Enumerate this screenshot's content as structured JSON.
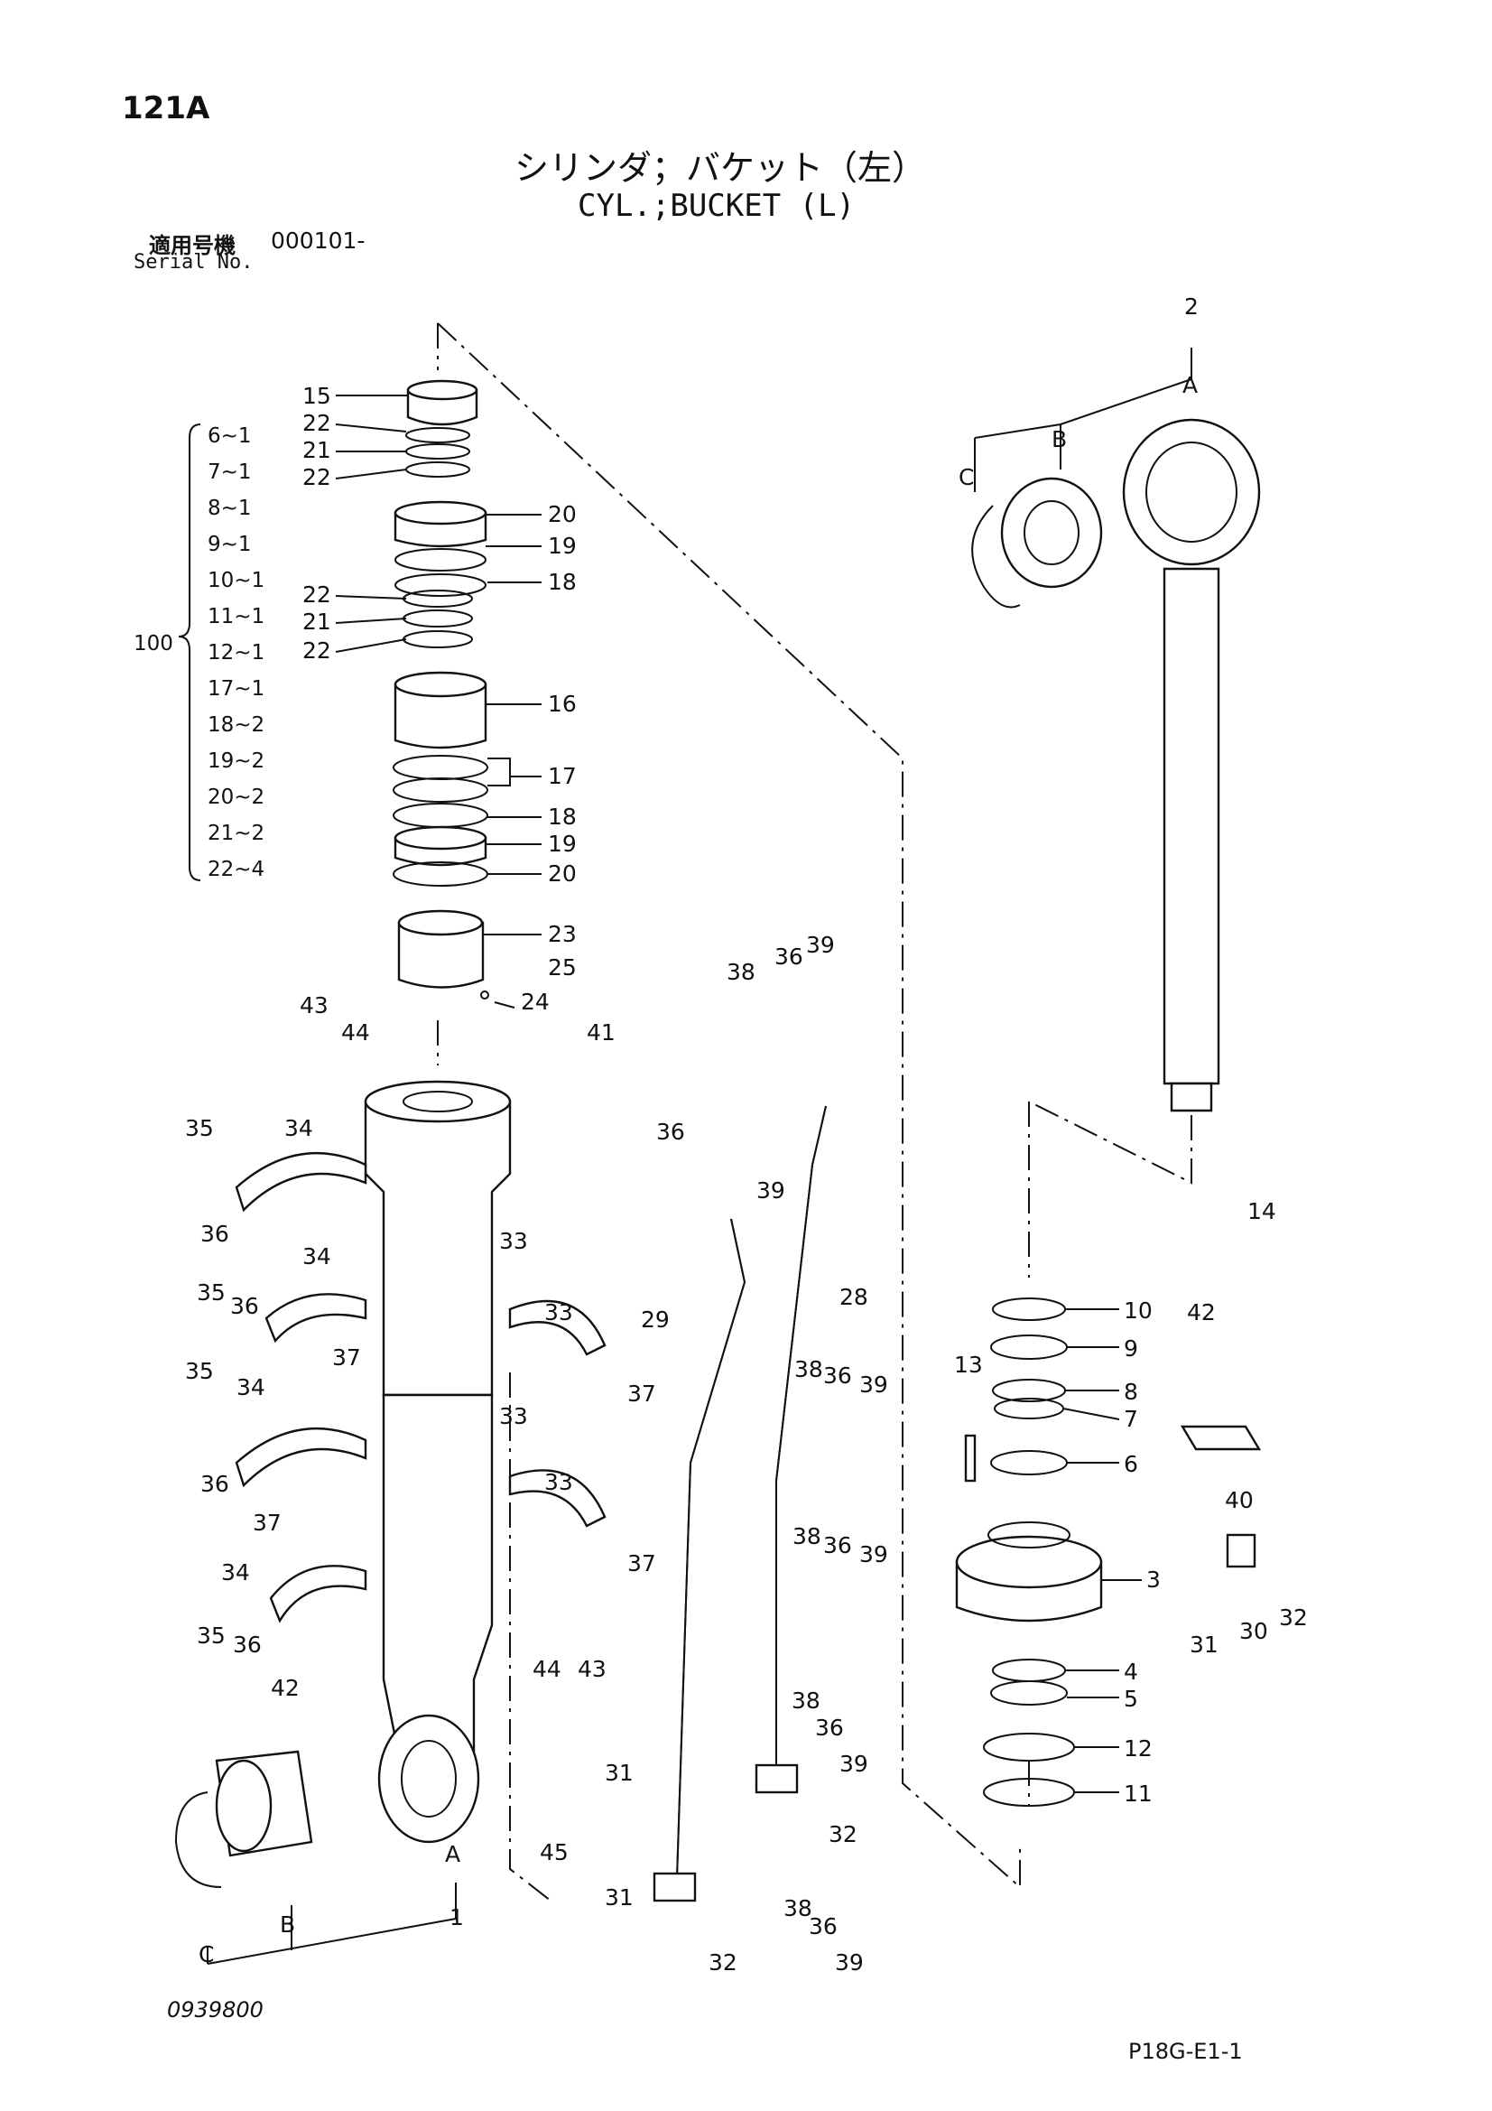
{
  "header": {
    "page_number": "121A",
    "title_jp": "シリンダ；バケット（左）",
    "title_en": "CYL.;BUCKET (L)",
    "serial_label_jp": "適用号機",
    "serial_code": "000101-",
    "serial_label_en": "Serial No."
  },
  "kit": {
    "label": "100",
    "items": [
      "6~1",
      "7~1",
      "8~1",
      "9~1",
      "10~1",
      "11~1",
      "12~1",
      "17~1",
      "18~2",
      "19~2",
      "20~2",
      "21~2",
      "22~4"
    ]
  },
  "callouts": {
    "packing_stack": [
      "15",
      "22",
      "21",
      "22",
      "20",
      "19",
      "18",
      "22",
      "21",
      "22",
      "16",
      "17",
      "18",
      "19",
      "20",
      "23",
      "25",
      "24"
    ],
    "rod": [
      "2",
      "A",
      "B",
      "C"
    ],
    "head": [
      "14",
      "10",
      "9",
      "42",
      "13",
      "8",
      "7",
      "6",
      "40",
      "3",
      "31",
      "30",
      "32",
      "4",
      "5",
      "12",
      "11"
    ],
    "tube": [
      "43",
      "44",
      "35",
      "34",
      "36",
      "33",
      "35",
      "36",
      "34",
      "37",
      "33",
      "37",
      "35",
      "34",
      "36",
      "33",
      "37",
      "34",
      "33",
      "37",
      "35",
      "36",
      "44",
      "43",
      "42",
      "31",
      "45",
      "31",
      "A",
      "B",
      "C",
      "1"
    ],
    "piping": [
      "38",
      "36",
      "39",
      "41",
      "36",
      "39",
      "29",
      "28",
      "38",
      "36",
      "39",
      "38",
      "36",
      "39",
      "38",
      "36",
      "39",
      "32",
      "38",
      "36",
      "39",
      "32"
    ]
  },
  "footer": {
    "drawing_number": "0939800",
    "reference_code": "P18G-E1-1"
  }
}
